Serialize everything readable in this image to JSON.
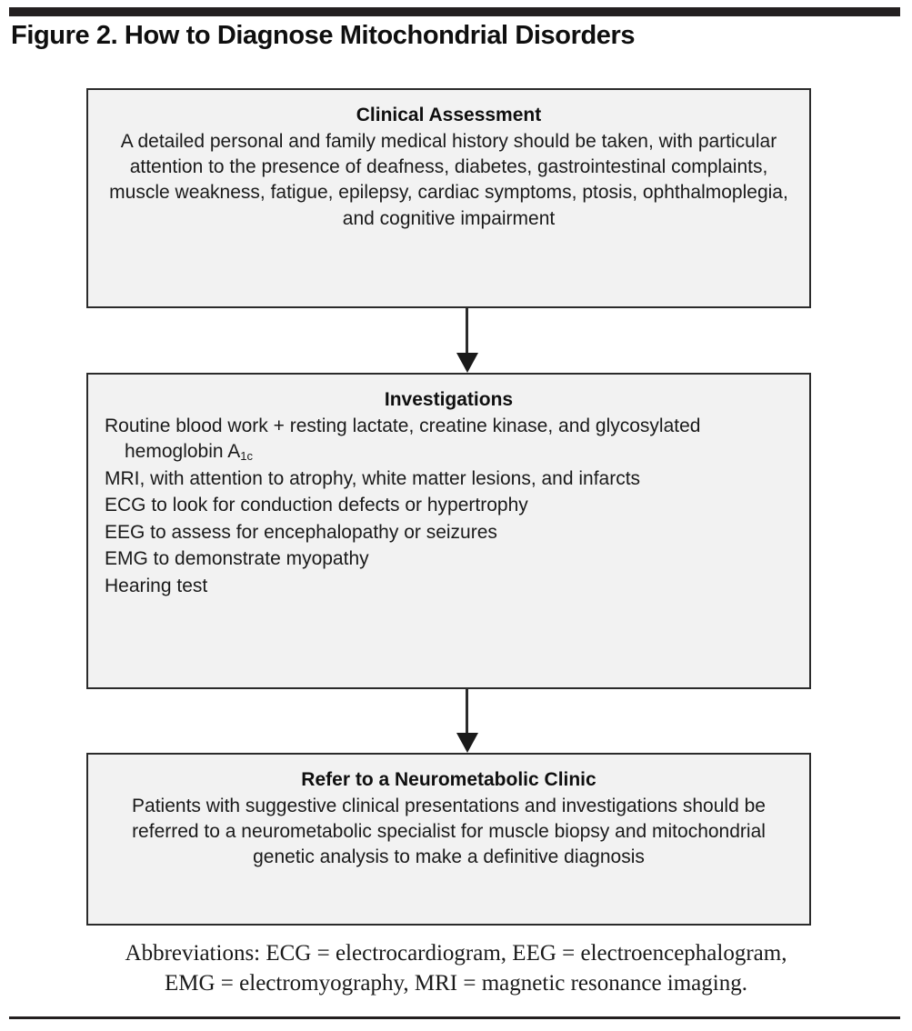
{
  "figure": {
    "title": "Figure 2. How to Diagnose Mitochondrial Disorders",
    "colors": {
      "rule": "#231f20",
      "box_border": "#2b2b2b",
      "box_fill": "#f2f2f2",
      "text": "#1a1a1a"
    }
  },
  "boxes": [
    {
      "id": "clinical-assessment",
      "heading": "Clinical Assessment",
      "body": "A detailed personal and family medical history should be taken, with particular attention to the presence of deafness, diabetes, gastrointestinal complaints, muscle weakness, fatigue, epilepsy, cardiac symptoms, ptosis, ophthalmoplegia, and cognitive impairment"
    },
    {
      "id": "investigations",
      "heading": "Investigations",
      "items": [
        "Routine blood work + resting lactate, creatine kinase, and glycosylated hemoglobin A",
        "MRI, with attention to atrophy, white matter lesions, and infarcts",
        "ECG to look for conduction defects or hypertrophy",
        "EEG to assess for encephalopathy or seizures",
        "EMG to demonstrate myopathy",
        "Hearing test"
      ],
      "item_1_subscript": "1c"
    },
    {
      "id": "referral",
      "heading": "Refer to a Neurometabolic Clinic",
      "body": "Patients with suggestive clinical presentations and investigations should be referred to a neurometabolic specialist for muscle biopsy and mitochondrial genetic analysis to make a definitive diagnosis"
    }
  ],
  "arrows": [
    {
      "id": "arrow-clinical-to-investigations",
      "direction": "down"
    },
    {
      "id": "arrow-investigations-to-referral",
      "direction": "down"
    }
  ],
  "footnote": {
    "line1": "Abbreviations: ECG = electrocardiogram, EEG = electroencephalogram,",
    "line2": "EMG = electromyography, MRI = magnetic resonance imaging."
  }
}
